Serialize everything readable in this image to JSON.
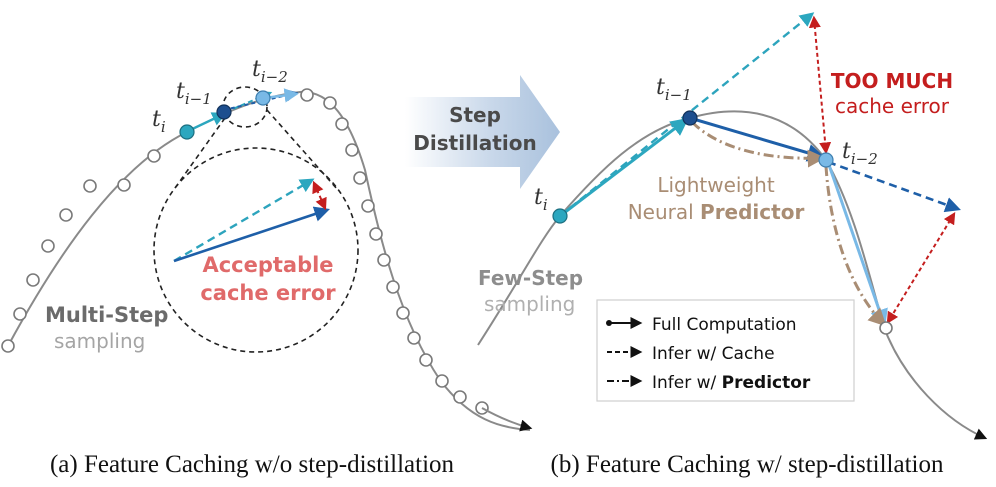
{
  "colors": {
    "curve": "#8a8a8a",
    "teal": "#2ca7bf",
    "teal_dash": "#2da4bd",
    "navy": "#1e5fa8",
    "dark_node": "#1d4f8f",
    "light_node": "#79b9e6",
    "red": "#c41e1e",
    "pink": "#e06a6a",
    "brown": "#a98d74",
    "gray_text": "#8d8d8d",
    "dark_gray_text": "#6b6b6b"
  },
  "left": {
    "label_ti_base": "t",
    "label_ti_sub": "i",
    "label_ti1_base": "t",
    "label_ti1_sub": "i−1",
    "label_ti2_base": "t",
    "label_ti2_sub": "i−2",
    "annotation_line1": "Acceptable",
    "annotation_line2": "cache error",
    "sampling_line1": "Multi-Step",
    "sampling_line2": "sampling",
    "caption": "(a) Feature Caching w/o step-distillation"
  },
  "middle": {
    "arrow_line1": "Step",
    "arrow_line2": "Distillation"
  },
  "right": {
    "label_ti_base": "t",
    "label_ti_sub": "i",
    "label_ti1_base": "t",
    "label_ti1_sub": "i−1",
    "label_ti2_base": "t",
    "label_ti2_sub": "i−2",
    "too_much_line1": "TOO MUCH",
    "too_much_line2": "cache error",
    "predictor_line1": "Lightweight",
    "predictor_line2_part1": "Neural ",
    "predictor_line2_part2": "Predictor",
    "sampling_line1": "Few-Step",
    "sampling_line2": "sampling",
    "legend": {
      "full": "Full Computation",
      "cache": "Infer w/ Cache",
      "predictor_prefix": "Infer w/ ",
      "predictor_bold": "Predictor"
    },
    "caption": "(b) Feature Caching w/ step-distillation"
  }
}
